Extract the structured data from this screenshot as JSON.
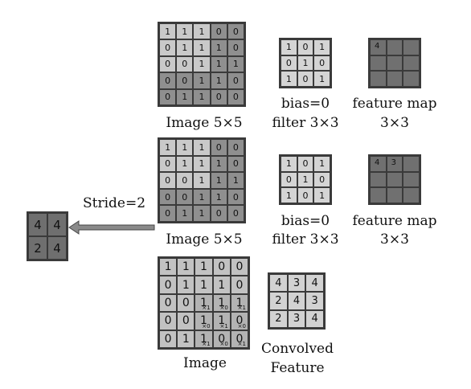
{
  "row1": {
    "image": [
      [
        1,
        1,
        1,
        0,
        0
      ],
      [
        0,
        1,
        1,
        1,
        0
      ],
      [
        0,
        0,
        1,
        1,
        1
      ],
      [
        0,
        0,
        1,
        1,
        0
      ],
      [
        0,
        1,
        1,
        0,
        0
      ]
    ],
    "filter": [
      [
        1,
        0,
        1
      ],
      [
        0,
        1,
        0
      ],
      [
        1,
        0,
        1
      ]
    ],
    "feature_map": [
      [
        "4",
        "",
        ""
      ],
      [
        "",
        "",
        ""
      ],
      [
        "",
        "",
        ""
      ]
    ],
    "image_caption": "Image 5×5",
    "bias_caption": "bias=0",
    "filter_caption": "filter 3×3",
    "fm_caption_1": "feature map",
    "fm_caption_2": "3×3"
  },
  "row2": {
    "image": [
      [
        1,
        1,
        1,
        0,
        0
      ],
      [
        0,
        1,
        1,
        1,
        0
      ],
      [
        0,
        0,
        1,
        1,
        1
      ],
      [
        0,
        0,
        1,
        1,
        0
      ],
      [
        0,
        1,
        1,
        0,
        0
      ]
    ],
    "filter": [
      [
        1,
        0,
        1
      ],
      [
        0,
        1,
        0
      ],
      [
        1,
        0,
        1
      ]
    ],
    "feature_map": [
      [
        "4",
        "3",
        ""
      ],
      [
        "",
        "",
        ""
      ],
      [
        "",
        "",
        ""
      ]
    ],
    "image_caption": "Image 5×5",
    "bias_caption": "bias=0",
    "filter_caption": "filter 3×3",
    "fm_caption_1": "feature map",
    "fm_caption_2": "3×3"
  },
  "stride": {
    "label": "Stride=2",
    "output": [
      [
        "4",
        "4"
      ],
      [
        "2",
        "4"
      ]
    ]
  },
  "row3": {
    "image": [
      [
        1,
        1,
        1,
        0,
        0
      ],
      [
        0,
        1,
        1,
        1,
        0
      ],
      [
        0,
        0,
        1,
        1,
        1
      ],
      [
        0,
        0,
        1,
        1,
        0
      ],
      [
        0,
        1,
        1,
        0,
        0
      ]
    ],
    "kernel_subscripts": [
      [
        "×1",
        "×0",
        "×1"
      ],
      [
        "×0",
        "×1",
        "×0"
      ],
      [
        "×1",
        "×0",
        "×1"
      ]
    ],
    "convolved": [
      [
        "4",
        "3",
        "4"
      ],
      [
        "2",
        "4",
        "3"
      ],
      [
        "2",
        "3",
        "4"
      ]
    ],
    "image_caption": "Image",
    "conv_caption_1": "Convolved",
    "conv_caption_2": "Feature"
  },
  "colors": {
    "image_dark": "#8f8f8f",
    "filter_light": "#d4d4d4",
    "feature_map": "#707070",
    "arrow": "#8a8a8a"
  }
}
